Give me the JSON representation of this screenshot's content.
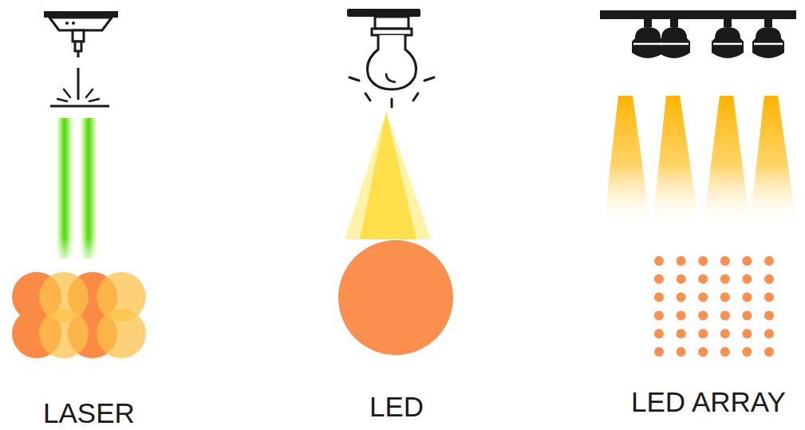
{
  "diagram": {
    "labels": [
      "LASER",
      "LED",
      "LED ARRAY"
    ]
  }
}
